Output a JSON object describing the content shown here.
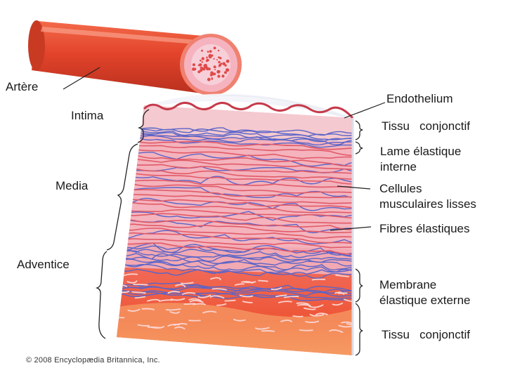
{
  "left_labels": {
    "artery": "Artère",
    "intima": "Intima",
    "media": "Media",
    "adventice": "Adventice"
  },
  "right_labels": {
    "endothelium": "Endothelium",
    "tissu_conjonctif_top": "Tissu   conjonctif",
    "lame_line1": "Lame élastique",
    "lame_line2": "interne",
    "cellules_line1": "Cellules",
    "cellules_line2": "musculaires lisses",
    "fibres": "Fibres élastiques",
    "membrane_line1": "Membrane",
    "membrane_line2": "élastique externe",
    "tissu_conjonctif_bottom": "Tissu   conjonctif"
  },
  "copyright": "© 2008 Encyclopædia Britannica, Inc.",
  "colors": {
    "artery_red": "#e2432a",
    "intima_pink": "#f4c9cf",
    "media_pink": "#f2a9b2",
    "muscle_red": "#e15a68",
    "elastic_blue": "#5a64c8",
    "adventitia_red": "#ee5535"
  }
}
